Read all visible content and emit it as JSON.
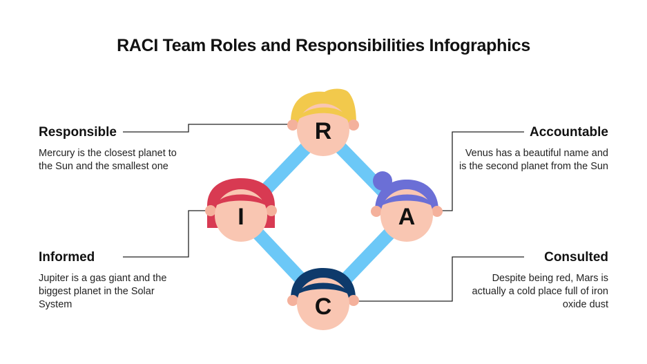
{
  "title": "RACI Team Roles and Responsibilities Infographics",
  "colors": {
    "connector": "#6cc8f7",
    "skin": "#f9c6b2",
    "ear": "#f4b19c",
    "hair_r": "#f2c94c",
    "hair_i": "#d83a52",
    "hair_a": "#6b6fd6",
    "hair_c": "#0e3a6b"
  },
  "roles": {
    "r": {
      "letter": "R",
      "heading": "Responsible",
      "description": "Mercury is the closest planet to the Sun and the smallest one"
    },
    "a": {
      "letter": "A",
      "heading": "Accountable",
      "description": "Venus has a beautiful name and is the second planet from the Sun"
    },
    "i": {
      "letter": "I",
      "heading": "Informed",
      "description": "Jupiter is a gas giant and the biggest planet in the Solar System"
    },
    "c": {
      "letter": "C",
      "heading": "Consulted",
      "description": "Despite being red, Mars is actually a cold place full of iron oxide dust"
    }
  }
}
